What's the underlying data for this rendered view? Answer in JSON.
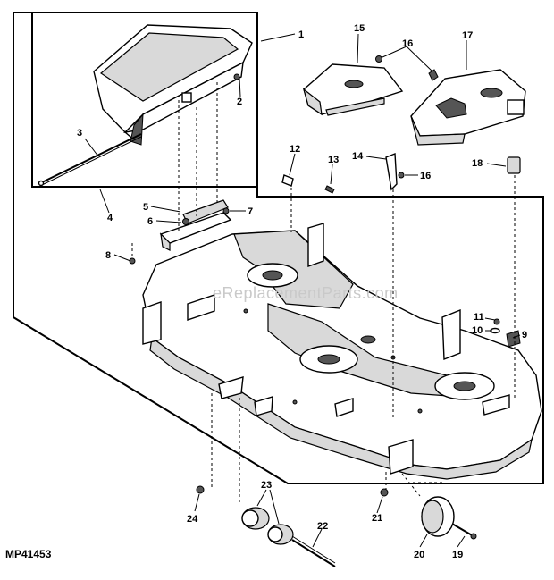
{
  "diagram_code": "MP41453",
  "watermark": "eReplacementParts.com",
  "callouts": [
    "1",
    "2",
    "3",
    "4",
    "5",
    "6",
    "7",
    "8",
    "9",
    "10",
    "11",
    "12",
    "13",
    "14",
    "15",
    "16",
    "16",
    "17",
    "18",
    "19",
    "20",
    "21",
    "22",
    "23",
    "24"
  ]
}
